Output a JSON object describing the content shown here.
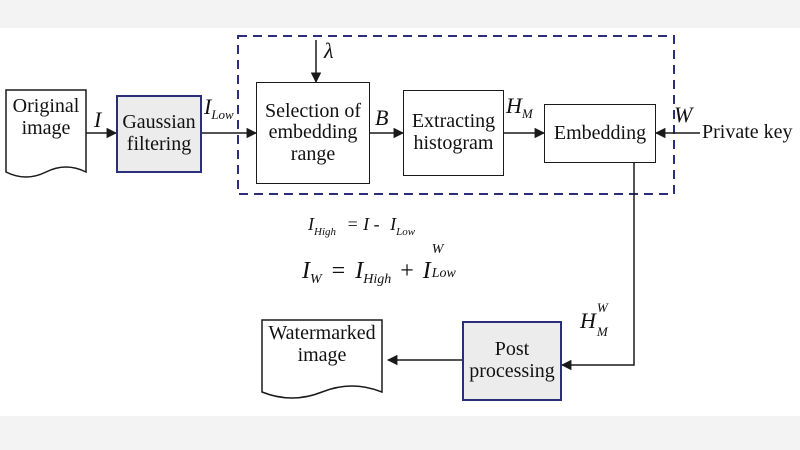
{
  "nodes": {
    "original_image": "Original image",
    "gaussian_filtering": "Gaussian filtering",
    "selection": "Selection of embedding range",
    "extracting": "Extracting histogram",
    "embedding": "Embedding",
    "private_key": "Private key",
    "post_processing": "Post processing",
    "watermarked_image": "Watermarked image"
  },
  "labels": {
    "I": "I",
    "I_low_base": "I",
    "I_low_sub": "Low",
    "lambda": "λ",
    "B": "B",
    "H_M_base": "H",
    "H_M_sub": "M",
    "W": "W",
    "H_MW_base": "H",
    "H_MW_sub": "M",
    "H_MW_sup": "W"
  },
  "equations": {
    "eq1": {
      "lhs_base": "I",
      "lhs_sub": "High",
      "rhs": "= I -",
      "rhs2_base": "I",
      "rhs2_sub": "Low"
    },
    "eq2": {
      "lhs_base": "I",
      "lhs_sub": "W",
      "eq": "=",
      "t1_base": "I",
      "t1_sub": "High",
      "plus": "+",
      "t2_base": "I",
      "t2_sub": "Low",
      "t2_sup": "W"
    }
  },
  "colors": {
    "shaded_fill": "#ececec",
    "shaded_border": "#2b2f7a",
    "dashed_region": "#2b2f7a",
    "line": "#1a1a1a"
  }
}
